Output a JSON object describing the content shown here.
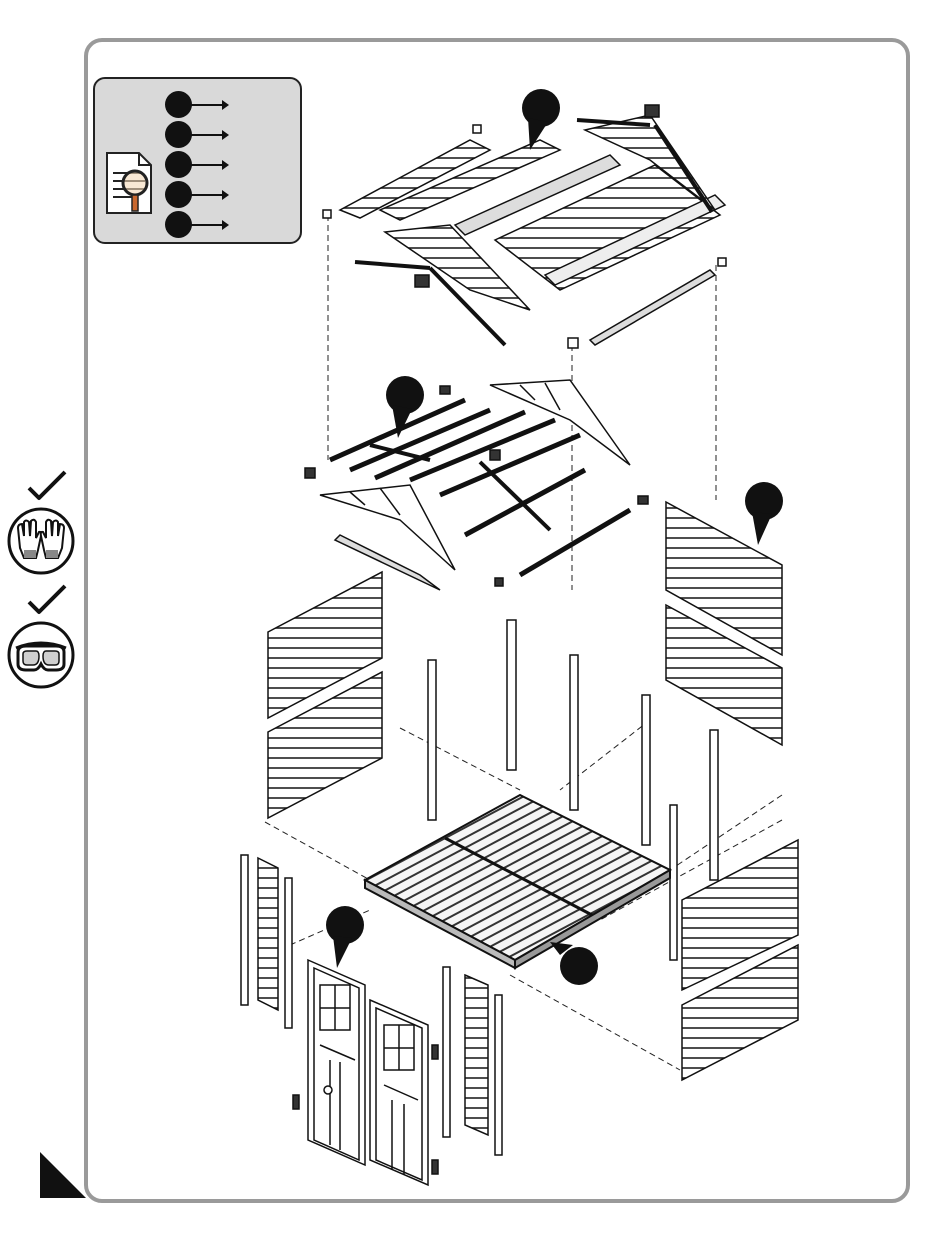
{
  "page": {
    "legend": {
      "rows": 5,
      "icon": "document-magnifier-icon"
    },
    "safety": [
      {
        "icon": "gloves-icon",
        "checked": true
      },
      {
        "icon": "goggles-icon",
        "checked": true
      }
    ],
    "callouts": [
      {
        "id": "roof-callout"
      },
      {
        "id": "roof-frame-callout"
      },
      {
        "id": "right-wall-callout"
      },
      {
        "id": "floor-callout"
      },
      {
        "id": "door-callout"
      }
    ],
    "colors": {
      "frame": "#9a9a9a",
      "legend_bg": "#d9d9d9",
      "ink": "#111111"
    }
  }
}
